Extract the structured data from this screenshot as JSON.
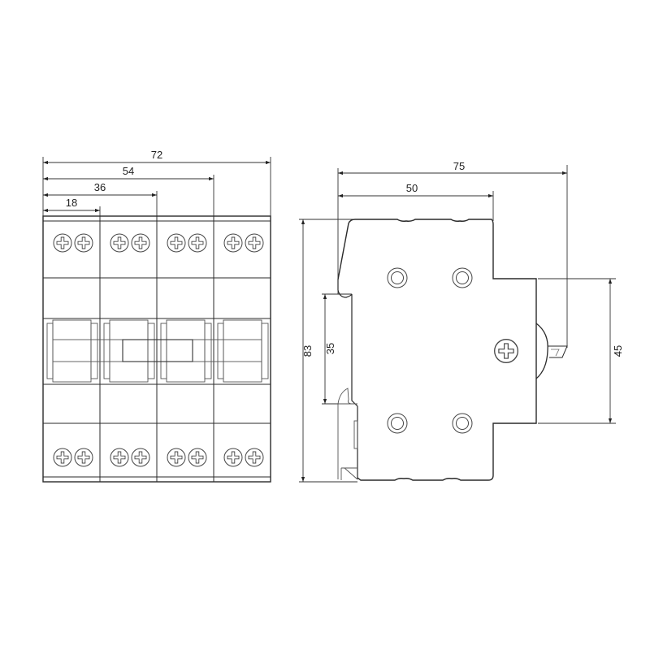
{
  "diagram": {
    "type": "technical-dimension-drawing",
    "subject": "4-module DIN-rail device (front and side views)",
    "colors": {
      "line": "#2a2a2a",
      "thin_line": "#555555",
      "background": "#ffffff"
    }
  },
  "front_view": {
    "modules": 4,
    "dimensions": {
      "d72": "72",
      "d54": "54",
      "d36": "36",
      "d18": "18"
    },
    "terminal_screws_per_module_top": 2,
    "terminal_screws_per_module_bottom": 2,
    "screw_icon": "phillips-screw-head"
  },
  "side_view": {
    "dimensions": {
      "d75": "75",
      "d50": "50",
      "d83": "83",
      "d35": "35",
      "d45": "45"
    },
    "rivets": 4,
    "screw_icon": "phillips-screw-head"
  }
}
